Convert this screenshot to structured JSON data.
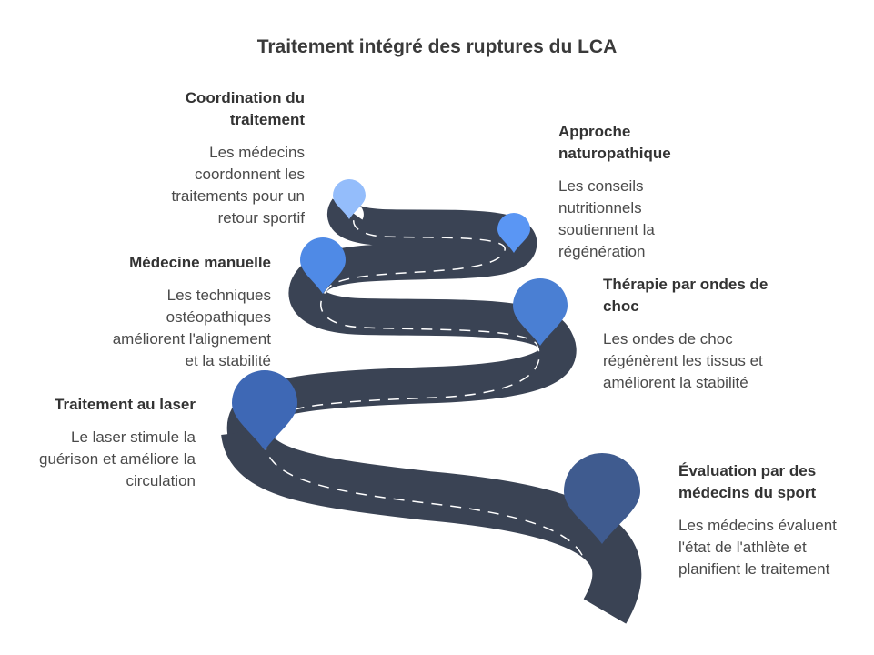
{
  "title": "Traitement intégré des ruptures du LCA",
  "colors": {
    "road": "#3a4354",
    "dash": "#ffffff",
    "pin_1": "#3f5b8f",
    "pin_2": "#3e68b5",
    "pin_3": "#4a7fd3",
    "pin_4": "#4f8ae6",
    "pin_5": "#5a96f4",
    "pin_6": "#94bdfb"
  },
  "steps": [
    {
      "key": "evaluation",
      "heading": "Évaluation par des médecins du sport",
      "text": "Les médecins évaluent l'état de l'athlète et planifient le traitement",
      "icon": "map-pin-icon"
    },
    {
      "key": "laser",
      "heading": "Traitement au laser",
      "text": "Le laser stimule la guérison et améliore la circulation",
      "icon": "map-pin-icon"
    },
    {
      "key": "ondes",
      "heading": "Thérapie par ondes de choc",
      "text": "Les ondes de choc régénèrent les tissus et améliorent la stabilité",
      "icon": "map-pin-icon"
    },
    {
      "key": "manuelle",
      "heading": "Médecine manuelle",
      "text": "Les techniques ostéopathiques améliorent l'alignement et la stabilité",
      "icon": "map-pin-icon"
    },
    {
      "key": "naturo",
      "heading": "Approche naturopathique",
      "text": "Les conseils nutritionnels soutiennent la régénération",
      "icon": "map-pin-icon"
    },
    {
      "key": "coordination",
      "heading": "Coordination du traitement",
      "text": "Les médecins coordonnent les traitements pour un retour sportif",
      "icon": "map-pin-icon"
    }
  ]
}
